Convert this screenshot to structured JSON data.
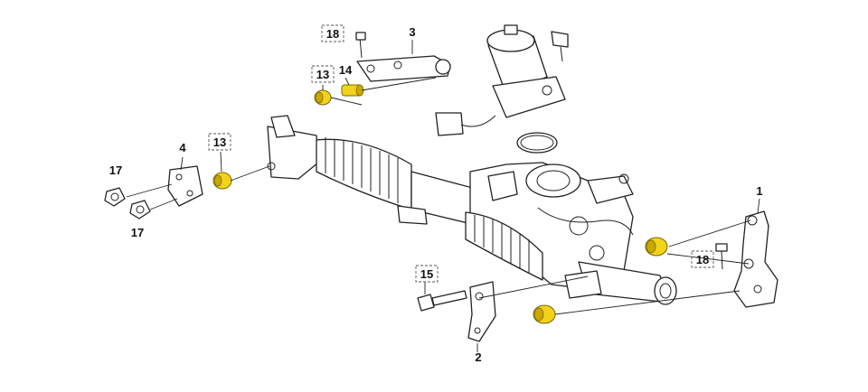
{
  "callouts": [
    {
      "id": "c18a",
      "label": "18",
      "boxed": true
    },
    {
      "id": "c3",
      "label": "3",
      "boxed": false
    },
    {
      "id": "c13a",
      "label": "13",
      "boxed": true
    },
    {
      "id": "c14",
      "label": "14",
      "boxed": false
    },
    {
      "id": "c13b",
      "label": "13",
      "boxed": true
    },
    {
      "id": "c4",
      "label": "4",
      "boxed": false
    },
    {
      "id": "c17a",
      "label": "17",
      "boxed": false
    },
    {
      "id": "c17b",
      "label": "17",
      "boxed": false
    },
    {
      "id": "c1",
      "label": "1",
      "boxed": false
    },
    {
      "id": "c18b",
      "label": "18",
      "boxed": true
    },
    {
      "id": "c15",
      "label": "15",
      "boxed": true
    },
    {
      "id": "c2",
      "label": "2",
      "boxed": false
    }
  ],
  "colors": {
    "highlight": "#f2d21a",
    "line": "#222222",
    "background": "#ffffff"
  }
}
